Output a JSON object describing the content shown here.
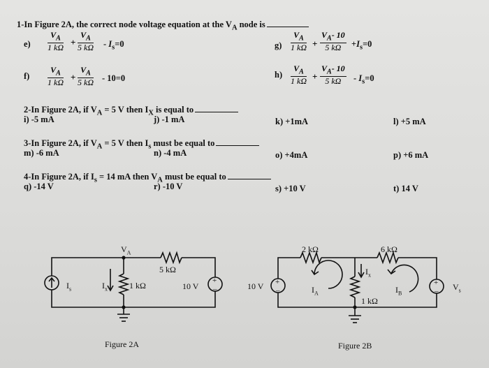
{
  "q1": {
    "text": "1-In Figure 2A, the correct node voltage equation at the V",
    "node_sub": "A",
    "tail": " node is",
    "options": [
      {
        "label": "e)",
        "t1n": "V",
        "t1ns": "A",
        "t1d": "1 kΩ",
        "op1": "+",
        "t2n": "V",
        "t2ns": "A",
        "t2d": "5 kΩ",
        "op2": "-",
        "rest": "I",
        "rest_sub": "s",
        "tail": "=0"
      },
      {
        "label": "f)",
        "t1n": "V",
        "t1ns": "A",
        "t1d": "1 kΩ",
        "op1": "+",
        "t2n": "V",
        "t2ns": "A",
        "t2d": "5 kΩ",
        "op2": "-",
        "rest": "10=0",
        "rest_sub": "",
        "tail": ""
      },
      {
        "label": "g)",
        "t1n": "V",
        "t1ns": "A",
        "t1d": "1 kΩ",
        "op1": "+",
        "t2n": "V",
        "t2ns": "A",
        "t2num_tail": "- 10",
        "t2d": "5 kΩ",
        "op2": "+",
        "rest": "I",
        "rest_sub": "s",
        "tail": "=0"
      },
      {
        "label": "h)",
        "t1n": "V",
        "t1ns": "A",
        "t1d": "1 kΩ",
        "op1": "+",
        "t2n": "V",
        "t2ns": "A",
        "t2num_tail": "- 10",
        "t2d": "5 kΩ",
        "op2": "-",
        "rest": "I",
        "rest_sub": "s",
        "tail": "=0"
      }
    ]
  },
  "q2": {
    "text": "2-In Figure 2A, if V",
    "sub": "A",
    "tail": " = 5 V then I",
    "sub2": "X",
    "tail2": " is equal to",
    "options": [
      "i)  -5 mA",
      "j)  -1 mA",
      "k)  +1mA",
      "l)  +5 mA"
    ]
  },
  "q3": {
    "text": "3-In Figure 2A, if V",
    "sub": "A",
    "tail": " = 5 V then I",
    "sub2": "s",
    "tail2": " must be equal to",
    "options": [
      "m) -6 mA",
      "n)  -4 mA",
      "o)  +4mA",
      "p)  +6 mA"
    ]
  },
  "q4": {
    "text": "4-In Figure 2A, if I",
    "sub": "s",
    "tail": " = 14 mA then V",
    "sub2": "A",
    "tail2": " must be equal to",
    "options": [
      "q)  -14 V",
      "r)  -10 V",
      "s)  +10 V",
      "t)  14 V"
    ]
  },
  "fig_a": {
    "caption": "Figure 2A",
    "node": "V",
    "node_sub": "A",
    "is": "I",
    "is_sub": "s",
    "ix": "I",
    "ix_sub": "x",
    "r1": "1 kΩ",
    "r5": "5 kΩ",
    "src": "10 V"
  },
  "fig_b": {
    "caption": "Figure 2B",
    "src": "10 V",
    "r2": "2 kΩ",
    "r6": "6 kΩ",
    "r1": "1 kΩ",
    "ia": "I",
    "ia_sub": "A",
    "ib": "I",
    "ib_sub": "B",
    "ix": "I",
    "ix_sub": "x",
    "vs": "V",
    "vs_sub": "s"
  }
}
